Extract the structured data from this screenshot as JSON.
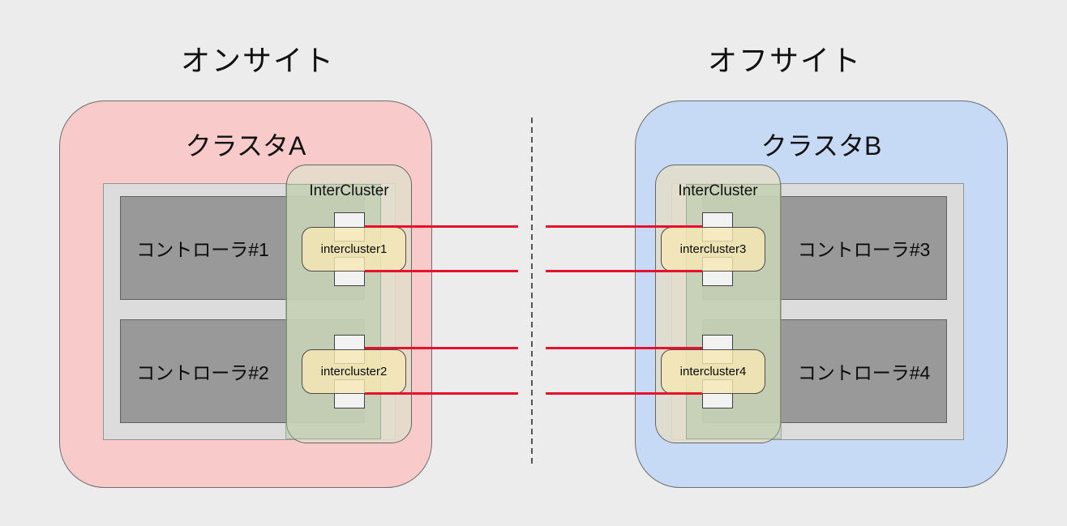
{
  "diagram": {
    "background": "#ececec",
    "sites": [
      {
        "title": "オンサイト",
        "cluster": {
          "name": "クラスタA",
          "fill": "#f8caca",
          "controllers": [
            {
              "label": "コントローラ#1"
            },
            {
              "label": "コントローラ#2"
            }
          ],
          "intercluster": {
            "label": "InterCluster",
            "lifs": [
              {
                "name": "intercluster1"
              },
              {
                "name": "intercluster2"
              }
            ]
          }
        }
      },
      {
        "title": "オフサイト",
        "cluster": {
          "name": "クラスタB",
          "fill": "#c6d9f5",
          "controllers": [
            {
              "label": "コントローラ#3"
            },
            {
              "label": "コントローラ#4"
            }
          ],
          "intercluster": {
            "label": "InterCluster",
            "lifs": [
              {
                "name": "intercluster3"
              },
              {
                "name": "intercluster4"
              }
            ]
          }
        }
      }
    ],
    "connections": {
      "count": 4,
      "color": "#e8112d"
    },
    "colors": {
      "controller_fill": "#999999",
      "chassis_fill": "#dcdcdc",
      "intercluster_fill": "#e3ddc9",
      "network_overlay_green": "#a3c39e",
      "lif_fill": "#f6e7b4",
      "port_fill": "#f2f2f2"
    }
  }
}
